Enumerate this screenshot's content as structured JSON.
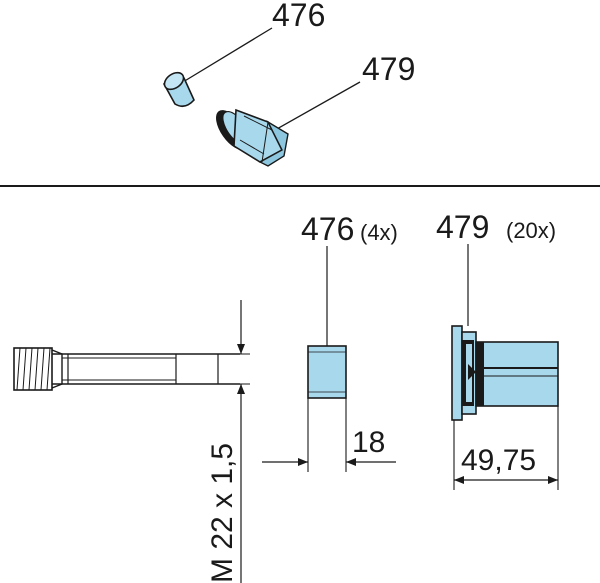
{
  "colors": {
    "part_fill": "#a8d8ec",
    "part_fill_light": "#c4e6f4",
    "line": "#1a1a1a",
    "background": "#ffffff"
  },
  "top": {
    "label_476": "476",
    "label_479": "479"
  },
  "bottom": {
    "bushing_number": "476",
    "bushing_qty": "(4x)",
    "nut_number": "479",
    "nut_qty": "(20x)",
    "bushing_width": "18",
    "nut_length": "49,75",
    "thread_spec": "M 22 x 1,5"
  }
}
